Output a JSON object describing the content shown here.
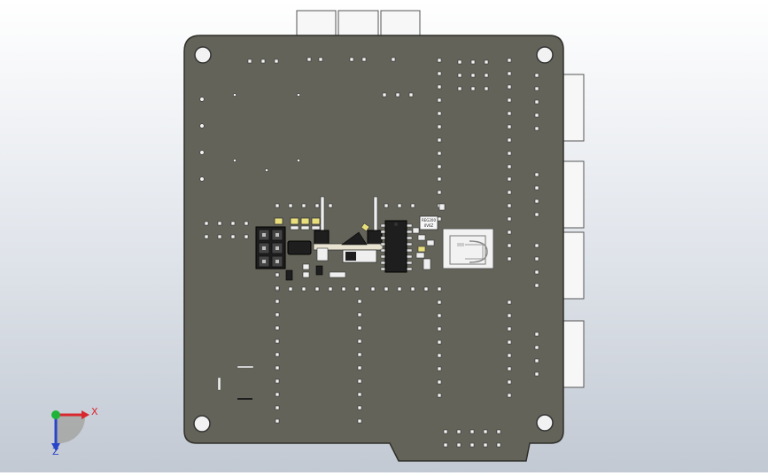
{
  "viewport": {
    "background_top": "#ffffff",
    "background_bottom": "#c2c9d3"
  },
  "board": {
    "pcb_color": "#636359",
    "outline_color": "#2f2f2a",
    "mount_hole_color": "#f2f2f2",
    "pin_color": "#f4f4f4",
    "component_color": "#1e1e1e",
    "connector_body_color": "#f7f7f7",
    "led_color": "#e8df7c"
  },
  "chip_label": {
    "line1": "REG200",
    "line2": "0V6Z"
  },
  "triad": {
    "x_label": "X",
    "z_label": "Z",
    "x_color": "#d9272e",
    "y_color": "#1fb33a",
    "z_color": "#2a44c8"
  }
}
